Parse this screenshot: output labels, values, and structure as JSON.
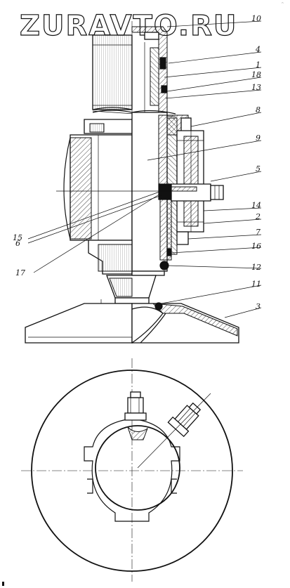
{
  "watermark": {
    "text": "ZURAVTO.RU"
  },
  "corner_mark": {
    "text": "ᵔ"
  },
  "callouts": [
    {
      "id": "10",
      "text": "10"
    },
    {
      "id": "4",
      "text": "4"
    },
    {
      "id": "1",
      "text": "1"
    },
    {
      "id": "18",
      "text": "18"
    },
    {
      "id": "13",
      "text": "13"
    },
    {
      "id": "8",
      "text": "8"
    },
    {
      "id": "9",
      "text": "9"
    },
    {
      "id": "5",
      "text": "5"
    },
    {
      "id": "14",
      "text": "14"
    },
    {
      "id": "2",
      "text": "2"
    },
    {
      "id": "7",
      "text": "7"
    },
    {
      "id": "16r",
      "text": "16"
    },
    {
      "id": "12",
      "text": "12"
    },
    {
      "id": "11",
      "text": "11"
    },
    {
      "id": "3",
      "text": "3"
    },
    {
      "id": "15",
      "text": "15"
    },
    {
      "id": "6",
      "text": "6"
    },
    {
      "id": "17",
      "text": "17"
    }
  ]
}
